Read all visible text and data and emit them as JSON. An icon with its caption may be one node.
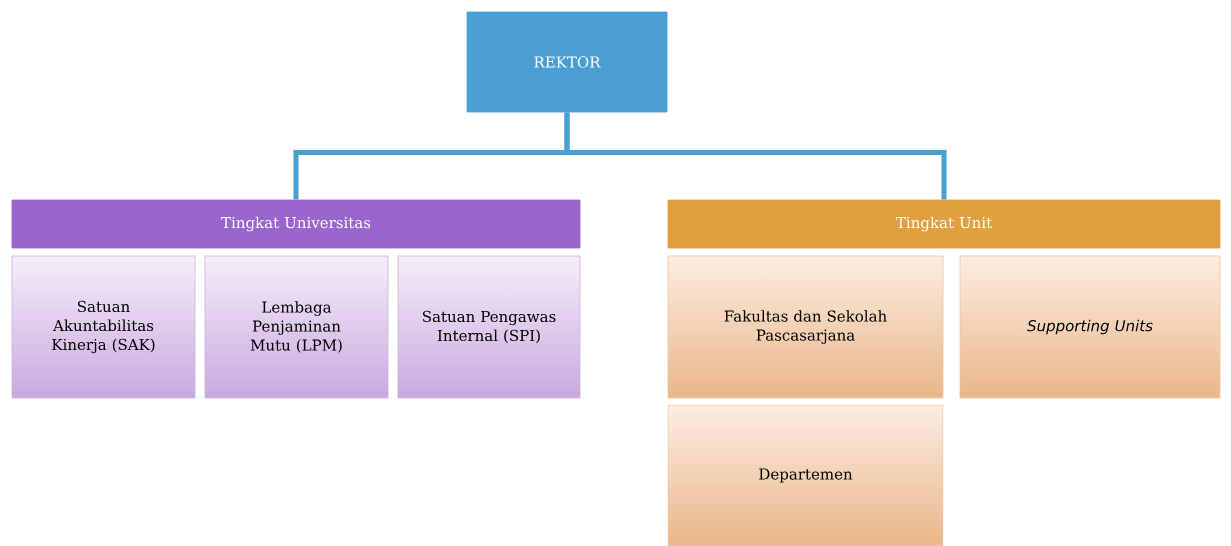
{
  "diagram": {
    "nodes": [
      {
        "text": [
          "REKTOR"
        ]
      },
      {
        "text": [
          "Tingkat Universitas"
        ]
      },
      {
        "text": [
          "Satuan Akuntabilitas Kinerja (SAK)"
        ]
      },
      {
        "text": [
          "Lembaga Penjaminan Mutu (LPM)"
        ]
      },
      {
        "text": [
          "Satuan Pengawas Internal (SPI)"
        ]
      },
      {
        "text": [
          "Tingkat Unit"
        ]
      },
      {
        "text": [
          "Fakultas dan Sekolah Pascasarjana"
        ]
      },
      {
        "text": [
          "Supporting Units"
        ]
      },
      {
        "text": [
          "Departemen"
        ]
      }
    ],
    "edges": [
      {
        "from": 0,
        "to": 1,
        "arrow": "none"
      },
      {
        "from": 0,
        "to": 5,
        "arrow": "none"
      }
    ]
  }
}
